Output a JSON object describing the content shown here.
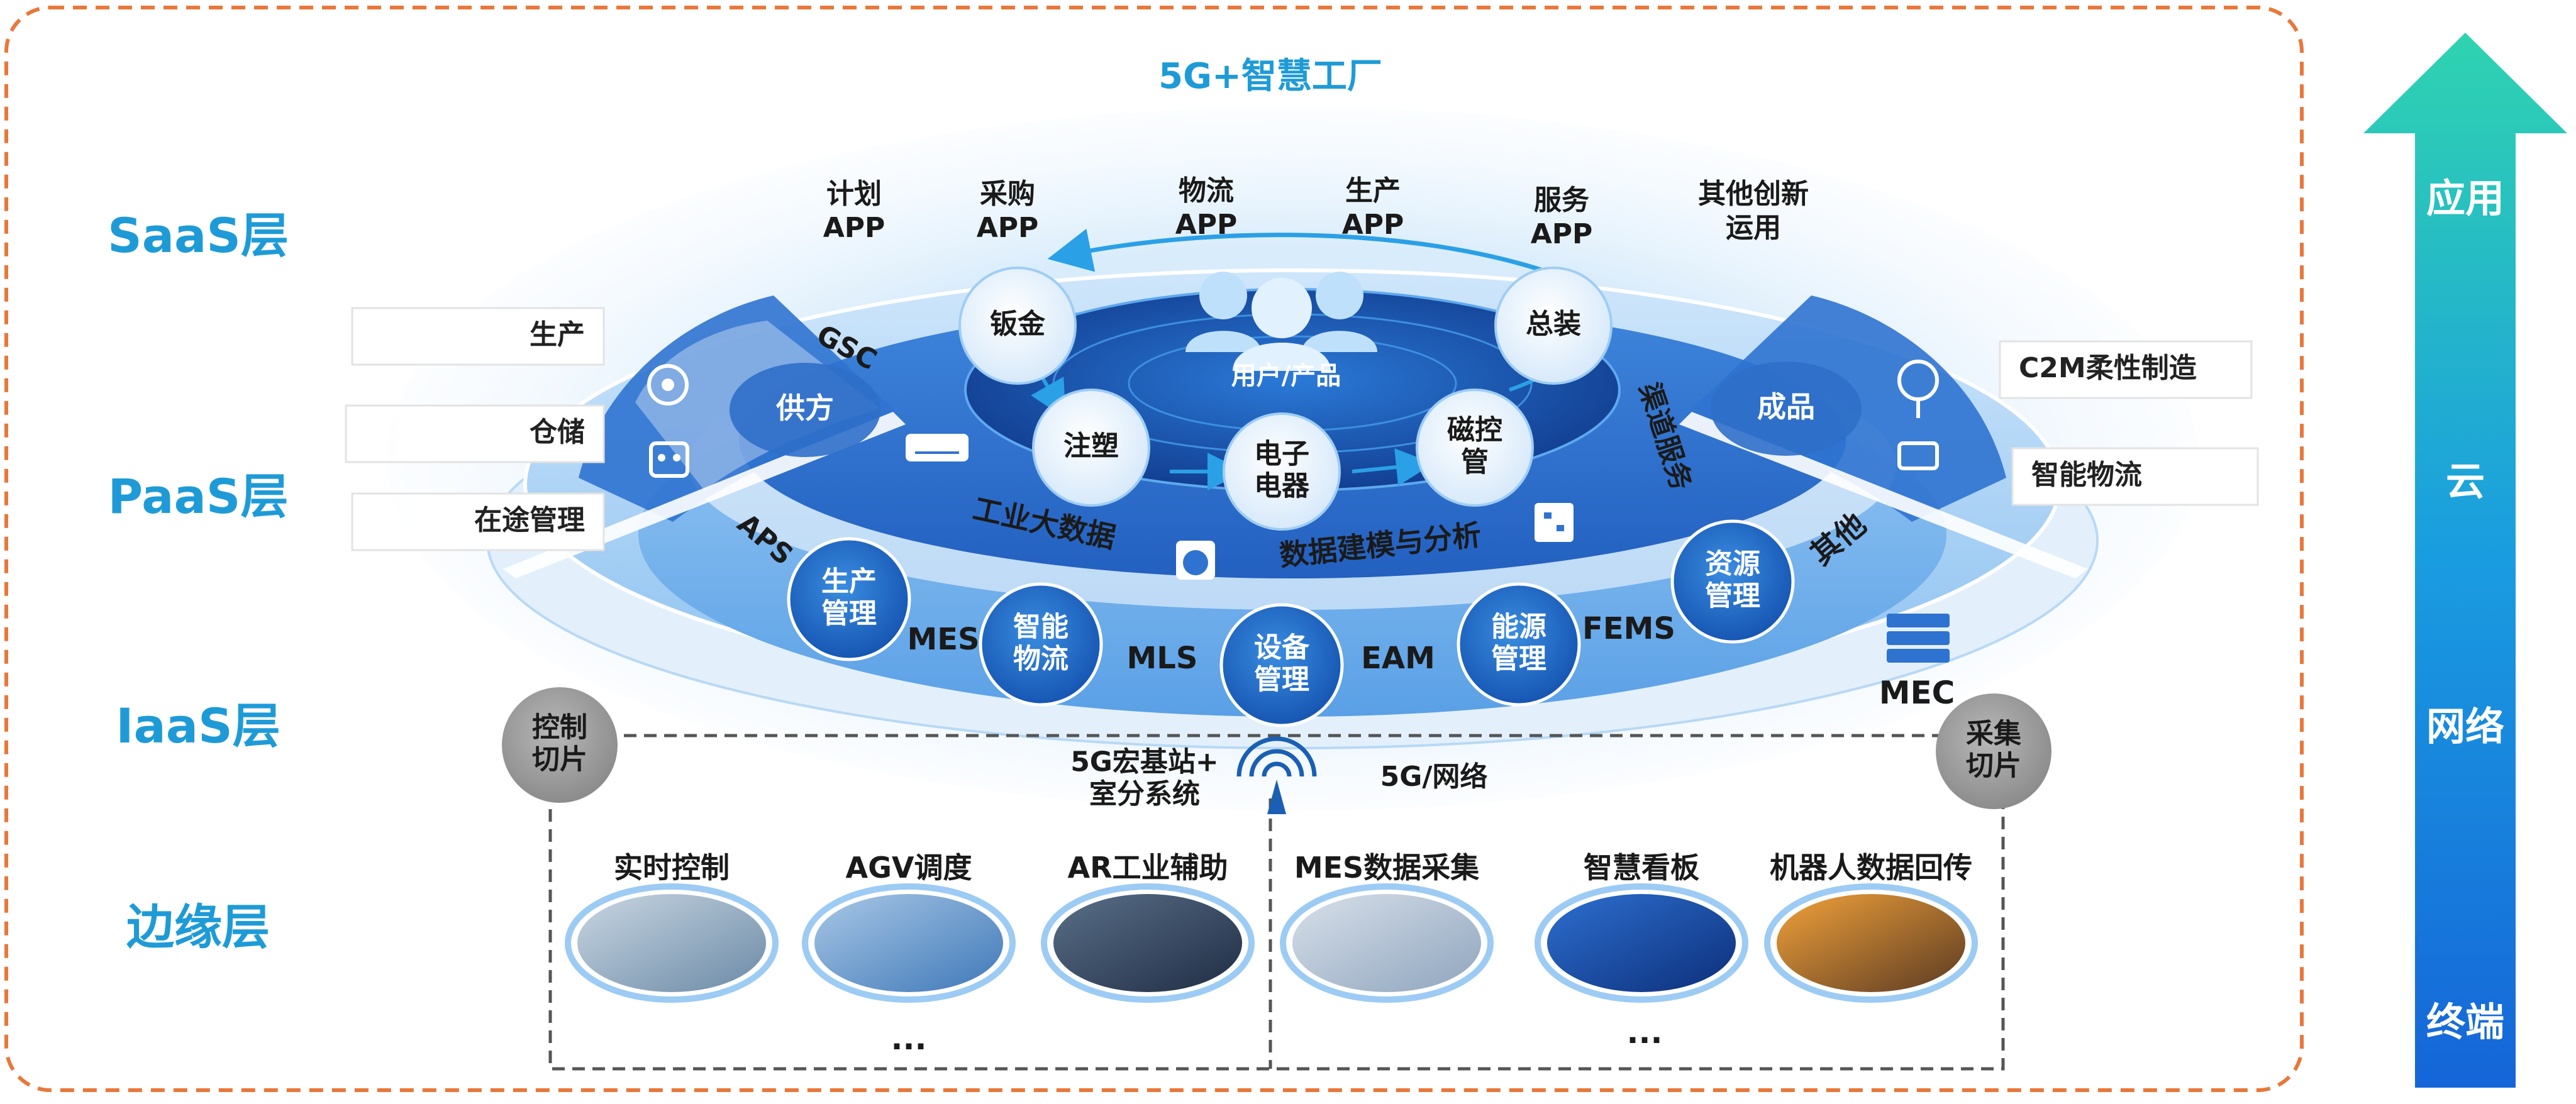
{
  "title": "5G+智慧工厂",
  "layers": [
    "SaaS层",
    "PaaS层",
    "IaaS层",
    "边缘层"
  ],
  "arrow_labels": [
    "应用",
    "云",
    "网络",
    "终端"
  ],
  "apps": [
    {
      "l1": "计划",
      "l2": "APP"
    },
    {
      "l1": "采购",
      "l2": "APP"
    },
    {
      "l1": "物流",
      "l2": "APP"
    },
    {
      "l1": "生产",
      "l2": "APP"
    },
    {
      "l1": "服务",
      "l2": "APP"
    },
    {
      "l1": "其他创新",
      "l2": "运用"
    }
  ],
  "left_tags": [
    "生产",
    "仓储",
    "在途管理"
  ],
  "right_tags": [
    "C2M柔性制造",
    "智能物流"
  ],
  "inner": {
    "center_label": "用户/产品",
    "nodes": [
      "钣金",
      "总装",
      "注塑",
      "电子\n电器",
      "磁控\n管"
    ],
    "big_data": "工业大数据",
    "modeling": "数据建模与分析"
  },
  "side": {
    "gsc": "GSC",
    "supplier": "供方",
    "product": "成品",
    "channel": "渠道服务"
  },
  "ring": {
    "aps": "APS",
    "other": "其他",
    "circles": [
      "生产\n管理",
      "智能\n物流",
      "设备\n管理",
      "能源\n管理",
      "资源\n管理"
    ],
    "labels": [
      "MES",
      "MLS",
      "EAM",
      "FEMS"
    ]
  },
  "mec": "MEC",
  "slices": {
    "control": "控制\n切片",
    "collect": "采集\n切片"
  },
  "network": {
    "station": "5G宏基站+\n室分系统",
    "net": "5G/网络"
  },
  "edge": {
    "items": [
      "实时控制",
      "AGV调度",
      "AR工业辅助",
      "MES数据采集",
      "智慧看板",
      "机器人数据回传"
    ],
    "ellipsis": "..."
  },
  "colors": {
    "accent_blue": "#1e9bd7",
    "dark_blue": "#1a5fb4",
    "frame_orange": "#e8783a",
    "arrow_top": "#2fd3b0",
    "arrow_bottom": "#1565d8"
  }
}
